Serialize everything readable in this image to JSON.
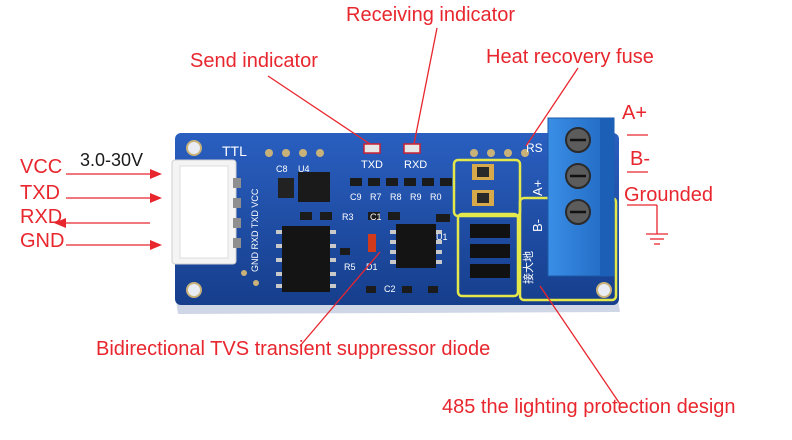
{
  "callouts": {
    "receiving_indicator": "Receiving indicator",
    "send_indicator": "Send indicator",
    "heat_recovery_fuse": "Heat recovery fuse",
    "grounded": "Grounded",
    "tvs_diode": "Bidirectional TVS transient suppressor diode",
    "lightning_protection": "485 the lighting protection design"
  },
  "pins_left": {
    "vcc": "VCC",
    "voltage": "3.0-30V",
    "txd": "TXD",
    "rxd": "RXD",
    "gnd": "GND"
  },
  "pins_right": {
    "a_plus": "A+",
    "b_minus": "B-"
  },
  "silkscreen": {
    "ttl": "TTL",
    "txd": "TXD",
    "rxd": "RXD",
    "rs": "RS",
    "c8": "C8",
    "u4": "U4",
    "c9": "C9",
    "r7": "R7",
    "r8": "R8",
    "r9": "R9",
    "r0": "R0",
    "r3": "R3",
    "r5": "R5",
    "d1": "D1",
    "c1": "C1",
    "u1": "U1",
    "c2": "C2",
    "a_plus": "A+",
    "b_minus": "B-",
    "ground_cn": "接大地",
    "header_pins": "GND RXD TXD VCC"
  },
  "colors": {
    "accent": "#e8262e",
    "pcb": "#1f4ea8",
    "terminal": "#2f7fd6",
    "highlight": "#e4e84a"
  }
}
